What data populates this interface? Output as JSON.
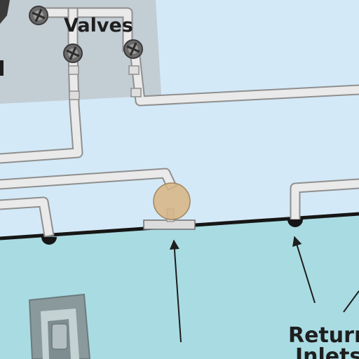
{
  "labels": {
    "valves": "Valves",
    "return_inlets_line1": "Return",
    "return_inlets_line2": "Inlets"
  },
  "colors": {
    "sky": "#d4e9f7",
    "equipment_pad": "#c3cdd4",
    "pool_water": "#a9dbe2",
    "pool_edge": "#161616",
    "pipe_outline": "#8f8f8f",
    "pipe_fill": "#eaeaea",
    "valve_handle": "#555555",
    "skimmer_ball": "#d7b483",
    "text": "#1e1e1e"
  },
  "icons": {
    "valve": "valve-icon",
    "skimmer": "skimmer-float-icon",
    "inlet": "return-inlet-icon",
    "drain": "main-drain-icon"
  }
}
